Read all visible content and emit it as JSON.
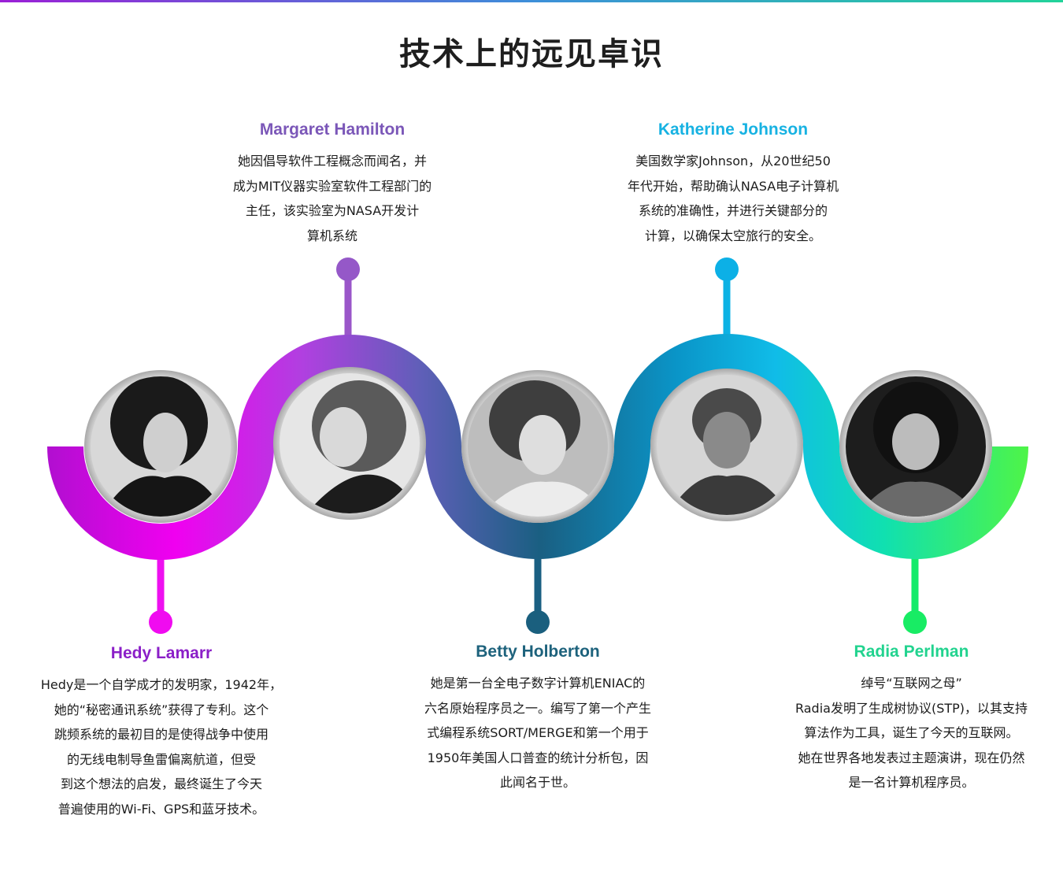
{
  "title": "技术上的远见卓识",
  "colors": {
    "hedy": "#8b1fc8",
    "margaret": "#7b57b8",
    "betty": "#1d627c",
    "katherine": "#17b2e2",
    "radia": "#22d38f"
  },
  "people": [
    {
      "key": "hedy",
      "name": "Hedy Lamarr",
      "bio": [
        "Hedy是一个自学成才的发明家，1942年，",
        "她的“秘密通讯系统”获得了专利。这个",
        "跳频系统的最初目的是使得战争中使用",
        "的无线电制导鱼雷偏离航道，但受",
        "到这个想法的启发，最终诞生了今天",
        "普遍使用的Wi-Fi、GPS和蓝牙技术。"
      ]
    },
    {
      "key": "margaret",
      "name": "Margaret Hamilton",
      "bio": [
        "她因倡导软件工程概念而闻名，并",
        "成为MIT仪器实验室软件工程部门的",
        "主任，该实验室为NASA开发计",
        "算机系统"
      ]
    },
    {
      "key": "betty",
      "name": "Betty Holberton",
      "bio": [
        "她是第一台全电子数字计算机ENIAC的",
        "六名原始程序员之一。编写了第一个产生",
        "式编程系统SORT/MERGE和第一个用于",
        "1950年美国人口普查的统计分析包，因",
        "此闻名于世。"
      ]
    },
    {
      "key": "katherine",
      "name": "Katherine Johnson",
      "bio": [
        "美国数学家Johnson，从20世纪50",
        "年代开始，帮助确认NASA电子计算机",
        "系统的准确性，并进行关键部分的",
        "计算，以确保太空旅行的安全。"
      ]
    },
    {
      "key": "radia",
      "name": "Radia Perlman",
      "bio": [
        "绰号“互联网之母”",
        "Radia发明了生成树协议(STP)，以其支持",
        "算法作为工具，诞生了今天的互联网。",
        "她在世界各地发表过主题演讲，现在仍然",
        "是一名计算机程序员。"
      ]
    }
  ]
}
